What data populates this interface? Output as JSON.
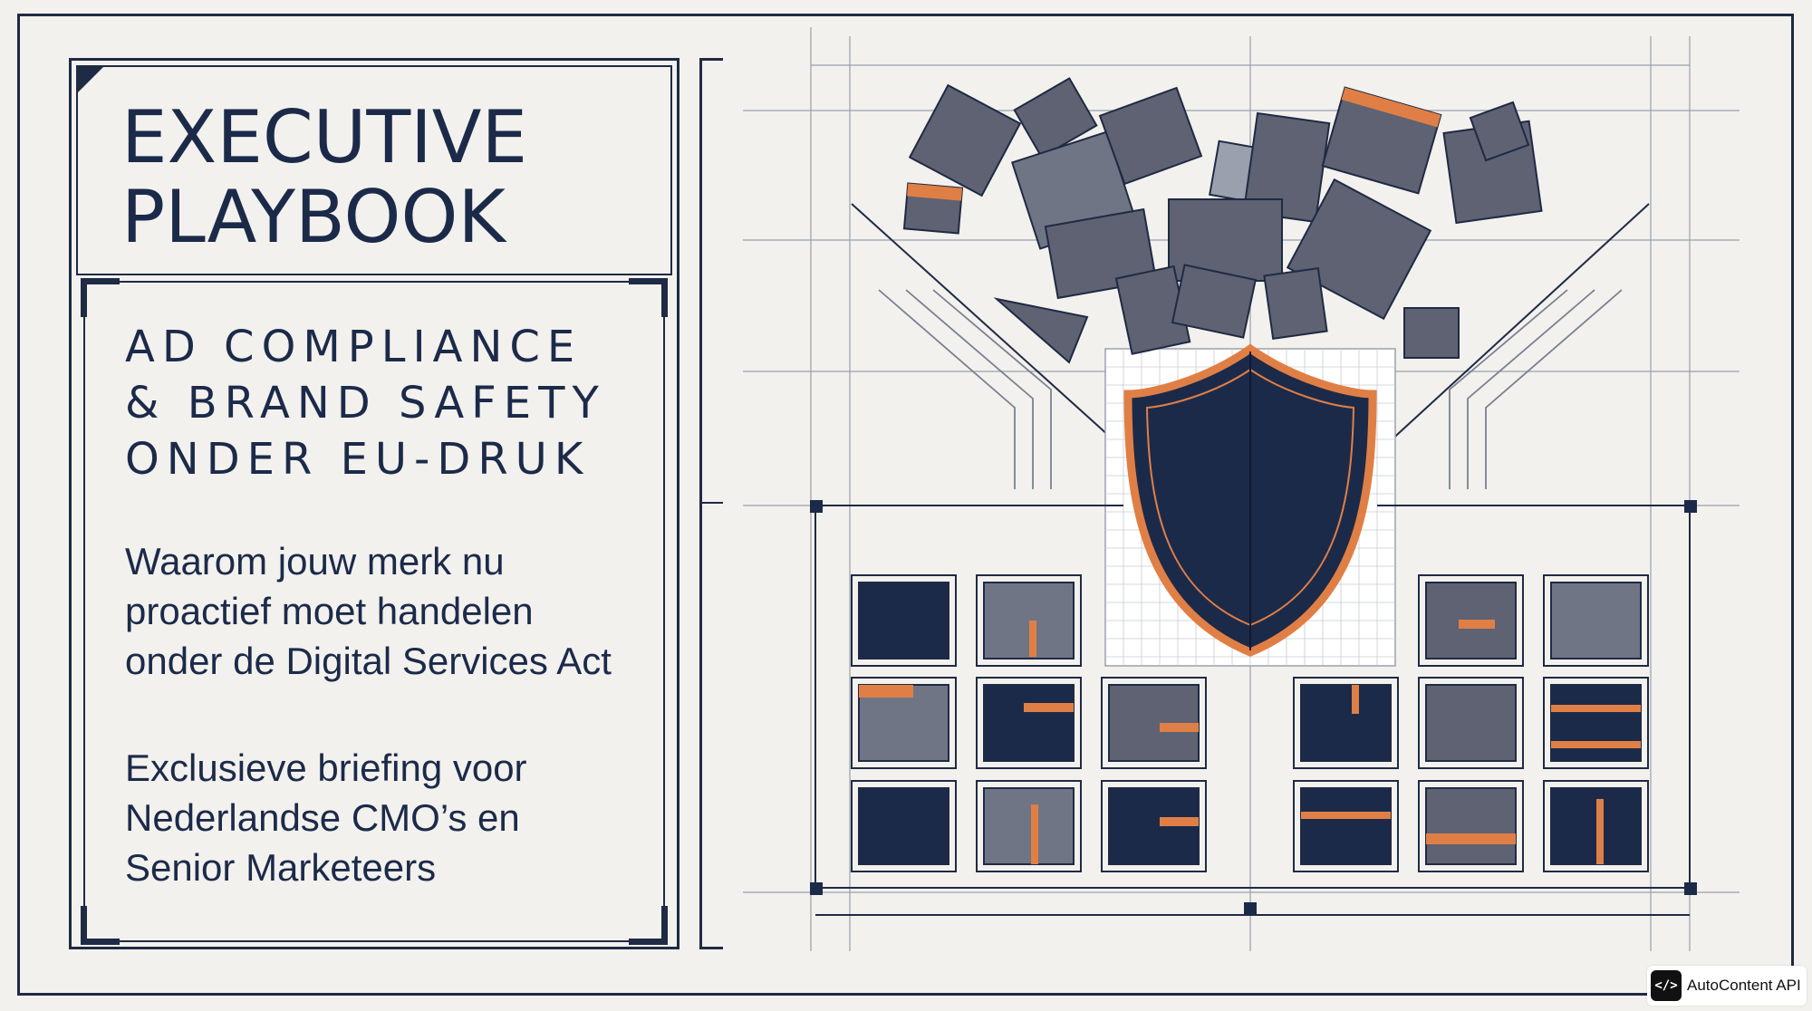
{
  "title_lines": [
    "EXECUTIVE",
    "PLAYBOOK"
  ],
  "subtitle_lines": [
    "AD COMPLIANCE",
    "& BRAND SAFETY",
    "ONDER EU-DRUK"
  ],
  "tagline_lines": [
    "Waarom jouw merk nu",
    "proactief moet handelen",
    "onder de Digital Services Act"
  ],
  "audience_lines": [
    "Exclusieve briefing voor",
    "Nederlandse CMO’s en",
    "Senior Marketeers"
  ],
  "badge": {
    "label": "AutoContent API",
    "icon": "code-icon"
  },
  "colors": {
    "navy": "#1c2a4a",
    "orange": "#e07f45",
    "slate": "#5e6272",
    "background": "#f2f1ed"
  }
}
